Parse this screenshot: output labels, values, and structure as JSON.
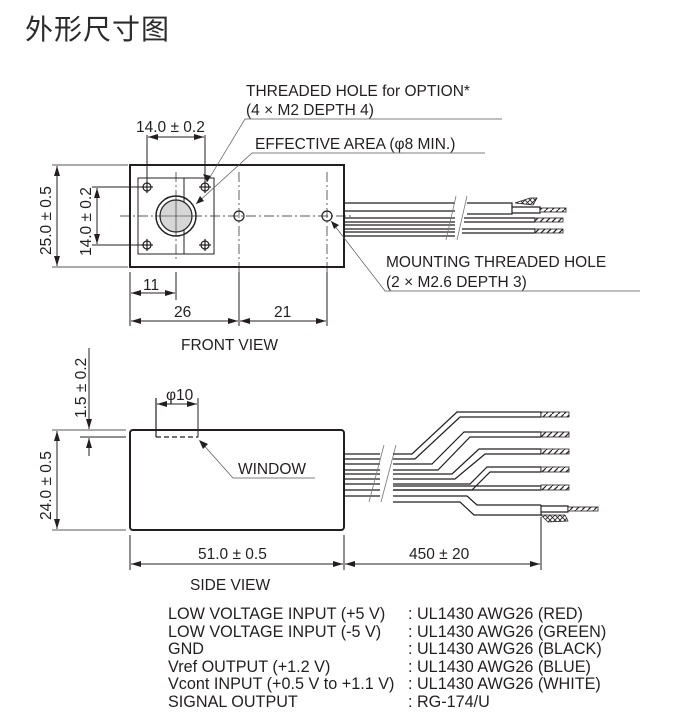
{
  "title": "外形尺寸图",
  "front_view": {
    "label": "FRONT VIEW",
    "dim_hole_pitch_h": "14.0 ± 0.2",
    "dim_hole_pitch_v": "14.0 ± 0.2",
    "dim_height": "25.0 ± 0.5",
    "dim_11": "11",
    "dim_26": "26",
    "dim_21": "21",
    "threaded_hole_line1": "THREADED HOLE for OPTION*",
    "threaded_hole_line2": "(4 × M2 DEPTH 4)",
    "effective_area": "EFFECTIVE AREA (φ8 MIN.)",
    "mounting_hole_line1": "MOUNTING THREADED HOLE",
    "mounting_hole_line2": "(2 × M2.6 DEPTH 3)"
  },
  "side_view": {
    "label": "SIDE VIEW",
    "dim_window_depth": "1.5 ± 0.2",
    "dim_height": "24.0 ± 0.5",
    "dim_window_dia": "φ10",
    "window": "WINDOW",
    "dim_length": "51.0 ± 0.5",
    "dim_cable": "450 ± 20"
  },
  "wiring": [
    {
      "signal": "LOW VOLTAGE INPUT (+5 V)",
      "spec": ": UL1430 AWG26 (RED)"
    },
    {
      "signal": "LOW VOLTAGE INPUT (-5 V)",
      "spec": ": UL1430 AWG26 (GREEN)"
    },
    {
      "signal": "GND",
      "spec": ": UL1430 AWG26 (BLACK)"
    },
    {
      "signal": "Vref OUTPUT (+1.2 V)",
      "spec": ": UL1430 AWG26 (BLUE)"
    },
    {
      "signal": "Vcont INPUT (+0.5 V to +1.1 V)",
      "spec": ": UL1430 AWG26 (WHITE)"
    },
    {
      "signal": "SIGNAL OUTPUT",
      "spec": ": RG-174/U"
    }
  ]
}
